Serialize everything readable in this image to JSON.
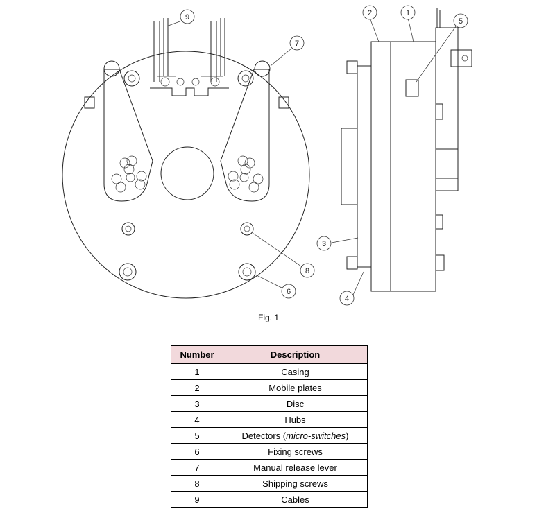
{
  "figure": {
    "caption": "Fig. 1",
    "callouts": [
      "1",
      "2",
      "3",
      "4",
      "5",
      "6",
      "7",
      "8",
      "9"
    ]
  },
  "table": {
    "headers": {
      "number": "Number",
      "description": "Description"
    },
    "rows": [
      {
        "number": "1",
        "description": "Casing"
      },
      {
        "number": "2",
        "description": "Mobile plates"
      },
      {
        "number": "3",
        "description": "Disc"
      },
      {
        "number": "4",
        "description": "Hubs"
      },
      {
        "number": "5",
        "description_pre": "Detectors (",
        "description_em": "micro-switches",
        "description_post": ")"
      },
      {
        "number": "6",
        "description": "Fixing screws"
      },
      {
        "number": "7",
        "description": "Manual release lever"
      },
      {
        "number": "8",
        "description": "Shipping screws"
      },
      {
        "number": "9",
        "description": "Cables"
      }
    ]
  },
  "colors": {
    "header_bg": "#f2d9dc",
    "line": "#222222"
  }
}
